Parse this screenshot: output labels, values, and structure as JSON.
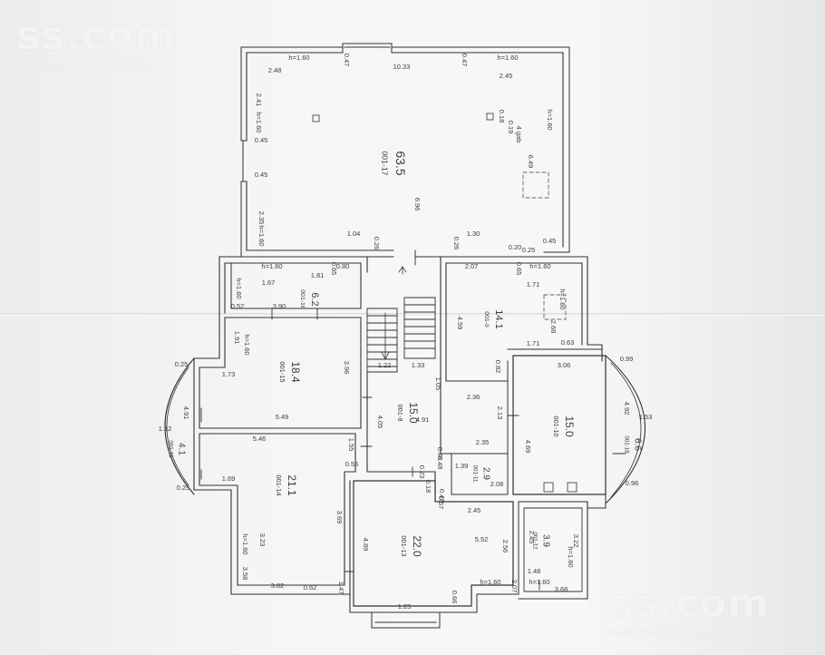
{
  "watermarks": {
    "top_brand": "ss.com",
    "top_tagline": "sludinājumu serviss",
    "bottom_brand": "ss.com",
    "bottom_tagline": "sludinājumu serviss"
  },
  "colors": {
    "ink": "#3a3c44",
    "paper": "#f4f5f3",
    "wall": "#2f3138"
  },
  "rooms": [
    {
      "id": "001-17",
      "area": "63.5"
    },
    {
      "id": "001-16",
      "area": "6.2"
    },
    {
      "id": "001-9",
      "area": "14.1"
    },
    {
      "id": "001-15",
      "area": "18.4"
    },
    {
      "id": "001-8",
      "area": "15.0"
    },
    {
      "id": "001-10",
      "area": "15.0"
    },
    {
      "id": "001-18",
      "area": "6.6"
    },
    {
      "id": "001-19",
      "area": "4.1"
    },
    {
      "id": "001-14",
      "area": "21.1"
    },
    {
      "id": "001-11",
      "area": "2.9"
    },
    {
      "id": "001-13",
      "area": "22.0"
    },
    {
      "id": "001-12",
      "area": "3.9"
    }
  ],
  "dims": [
    "h=1.60",
    "0.47",
    "0.47",
    "h=1.60",
    "10.33",
    "2.48",
    "2.45",
    "2.41",
    "h=1.60",
    "0.18",
    "0.19",
    "h=1.60",
    "4 gab",
    "0.45",
    "6.49",
    "0.45",
    "6.96",
    "2.35",
    "h=1.60",
    "1.04",
    "1.30",
    "0.26",
    "0.26",
    "0.20",
    "0.45",
    "h=1.60",
    "1.81",
    "0.80",
    "0.65",
    "1.67",
    "h=1.60",
    "0.52",
    "3.90",
    "0.65",
    "2.07",
    "h=1.60",
    "1.71",
    "h=1.60",
    "2.68",
    "4.59",
    "1.71",
    "0.63",
    "1.91",
    "h=1.60",
    "0.25",
    "1.73",
    "3.96",
    "1.22",
    "1.33",
    "1.05",
    "3.06",
    "0.99",
    "4.91",
    "1.12",
    "5.49",
    "4.05",
    "4.91",
    "2.36",
    "2.13",
    "4.92",
    "1.53",
    "5.46",
    "1.55",
    "2.35",
    "0.48",
    "0.48",
    "4.69",
    "1.69",
    "0.55",
    "0.23",
    "1.39",
    "2.08",
    "0.96",
    "0.25",
    "0.18",
    "0.47",
    "0.57",
    "3.23",
    "3.69",
    "2.45",
    "4.89",
    "5.52",
    "2.56",
    "2.45",
    "3.22",
    "h=1.60",
    "h=1.60",
    "3.58",
    "1.48",
    "h=1.60",
    "h=1.60",
    "3.82",
    "0.62",
    "1.47",
    "0.66",
    "2.07",
    "3.68",
    "1.25",
    "0.82",
    "0.25"
  ]
}
